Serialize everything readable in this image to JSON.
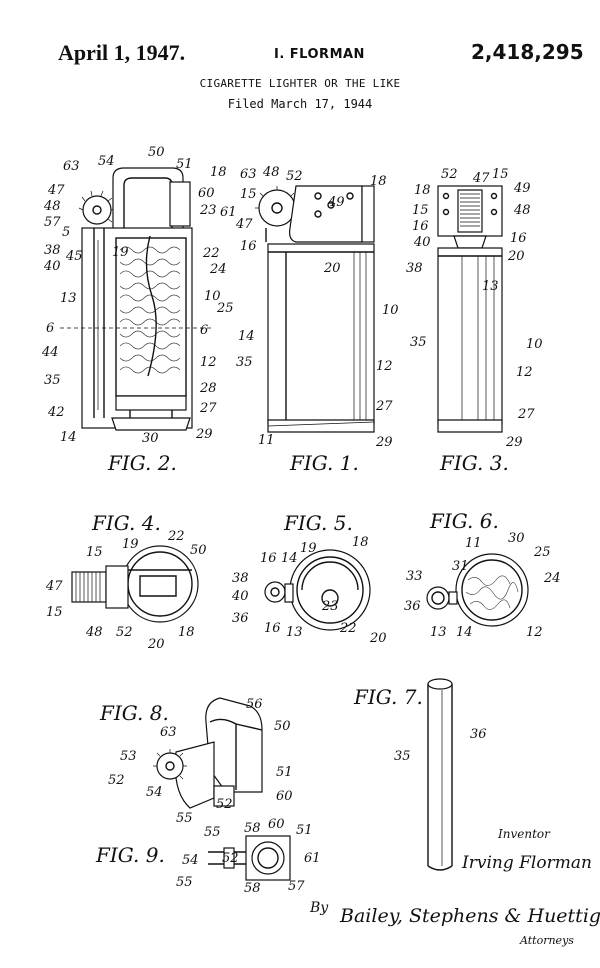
{
  "header": {
    "date": "April 1, 1947.",
    "inventor": "I. FLORMAN",
    "patent_number": "2,418,295",
    "title": "CIGARETTE LIGHTER OR THE LIKE",
    "filed": "Filed March 17, 1944"
  },
  "figures": {
    "fig2": {
      "label": "FIG. 2.",
      "refs": [
        "63",
        "54",
        "50",
        "51",
        "18",
        "47",
        "48",
        "57",
        "60",
        "23",
        "61",
        "5",
        "38",
        "40",
        "45",
        "19",
        "22",
        "24",
        "13",
        "10",
        "25",
        "6",
        "6",
        "44",
        "12",
        "35",
        "28",
        "42",
        "27",
        "14",
        "30",
        "29"
      ]
    },
    "fig1": {
      "label": "FIG. 1.",
      "refs": [
        "63",
        "48",
        "52",
        "18",
        "15",
        "47",
        "16",
        "49",
        "20",
        "10",
        "14",
        "35",
        "12",
        "27",
        "11",
        "29"
      ]
    },
    "fig3": {
      "label": "FIG. 3.",
      "refs": [
        "52",
        "47",
        "15",
        "18",
        "49",
        "15",
        "48",
        "16",
        "40",
        "16",
        "20",
        "38",
        "13",
        "35",
        "10",
        "12",
        "27",
        "29"
      ]
    },
    "fig4": {
      "label": "FIG. 4.",
      "refs": [
        "22",
        "15",
        "19",
        "50",
        "47",
        "15",
        "48",
        "52",
        "20",
        "18"
      ]
    },
    "fig5": {
      "label": "FIG. 5.",
      "refs": [
        "19",
        "18",
        "16",
        "14",
        "38",
        "40",
        "23",
        "36",
        "16",
        "13",
        "22",
        "20"
      ]
    },
    "fig6": {
      "label": "FIG. 6.",
      "refs": [
        "11",
        "30",
        "25",
        "31",
        "33",
        "24",
        "36",
        "13",
        "14",
        "12"
      ]
    },
    "fig8": {
      "label": "FIG. 8.",
      "refs": [
        "56",
        "50",
        "63",
        "53",
        "52",
        "54",
        "51",
        "52",
        "60",
        "55"
      ]
    },
    "fig7": {
      "label": "FIG. 7.",
      "refs": [
        "36",
        "35"
      ]
    },
    "fig9": {
      "label": "FIG. 9.",
      "refs": [
        "55",
        "58",
        "60",
        "51",
        "54",
        "52",
        "61",
        "55",
        "58",
        "57"
      ]
    }
  },
  "signature": {
    "inventor_caption": "Inventor",
    "inventor_name": "Irving Florman",
    "by": "By",
    "attorneys_name": "Bailey, Stephens & Huettig",
    "attorneys_caption": "Attorneys"
  }
}
